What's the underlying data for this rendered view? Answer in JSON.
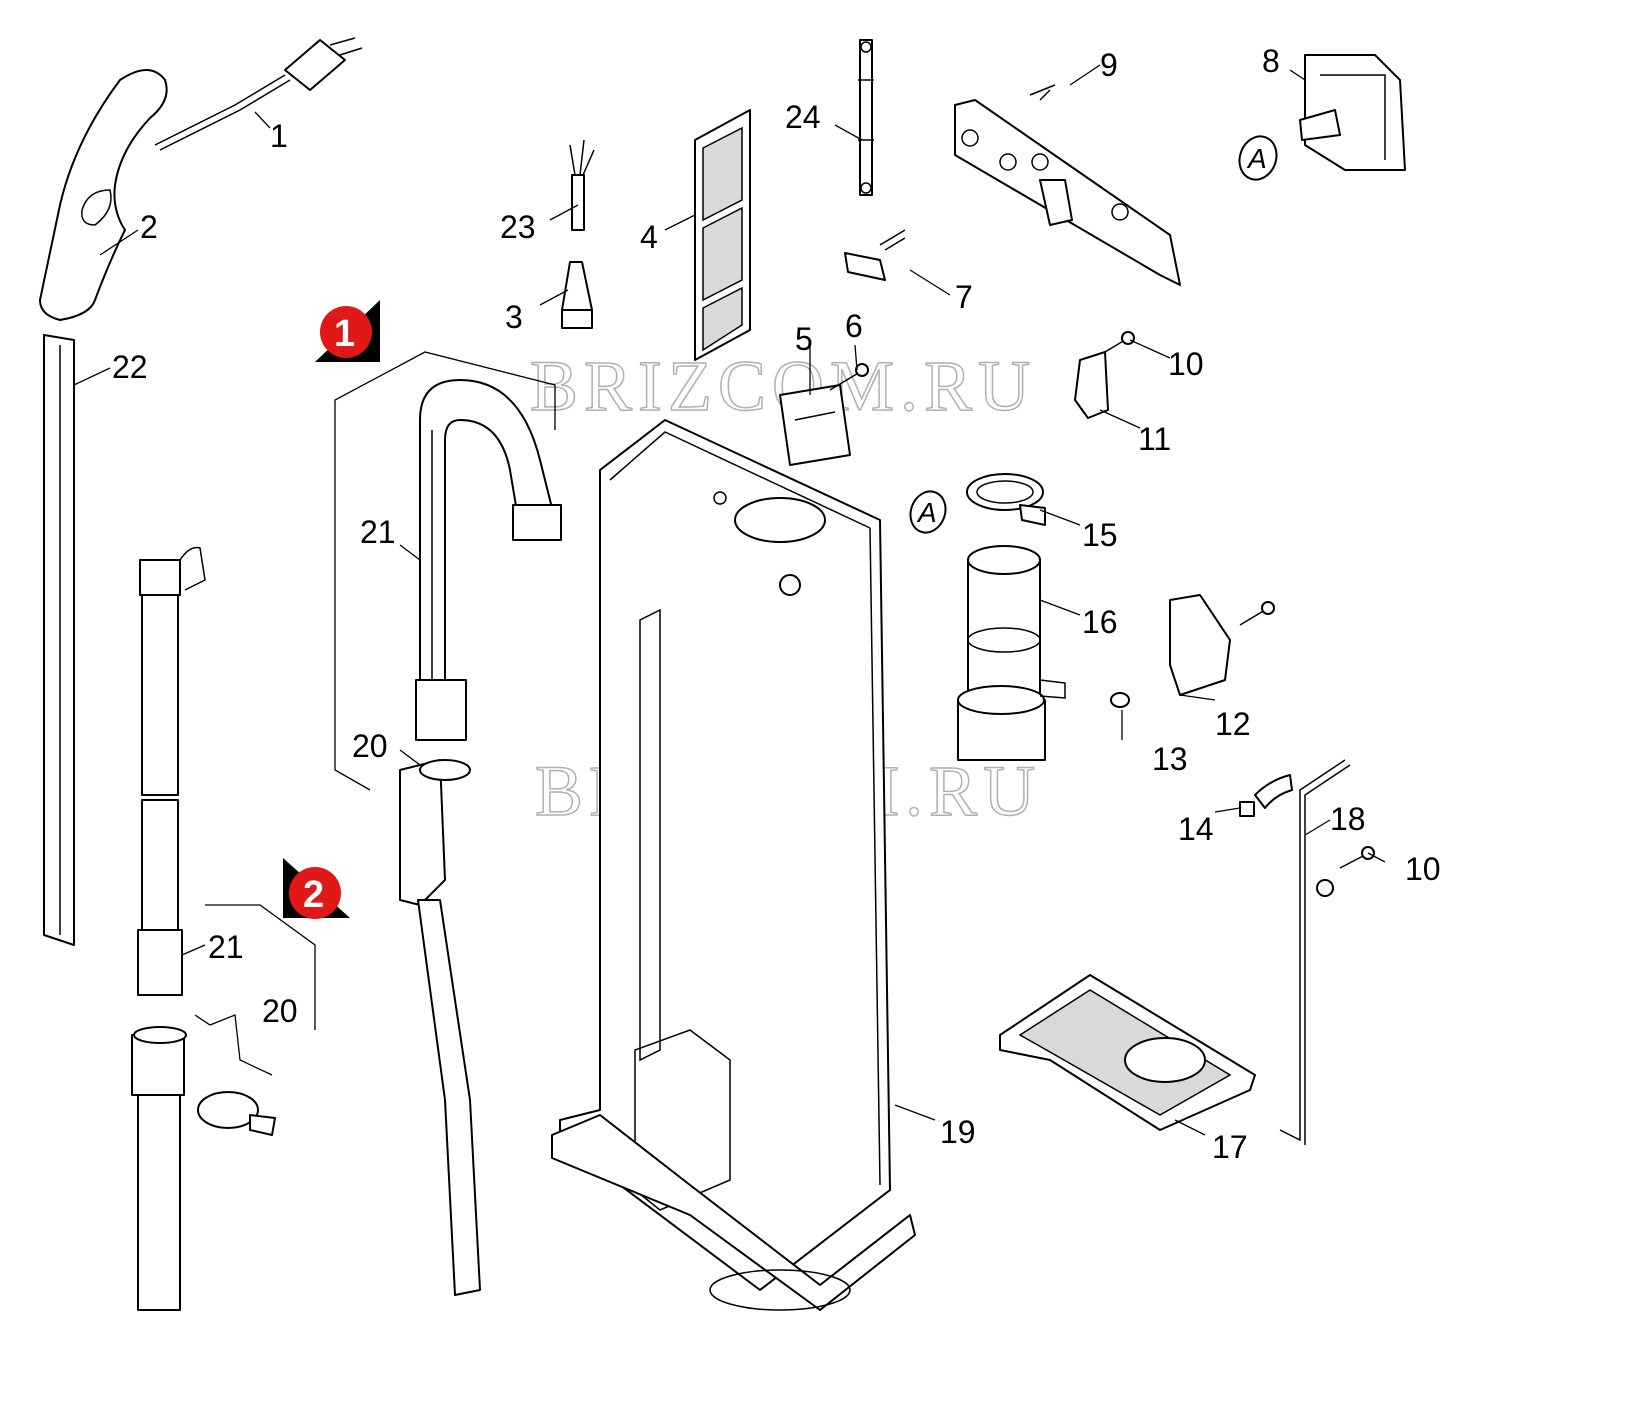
{
  "watermarks": [
    "BRIZCOM.RU",
    "BRIZCOM.RU"
  ],
  "badges": [
    "1",
    "2"
  ],
  "connector_marks": [
    "A",
    "A"
  ],
  "part_labels": {
    "p1": "1",
    "p2": "2",
    "p3": "3",
    "p4": "4",
    "p5": "5",
    "p6": "6",
    "p7": "7",
    "p8": "8",
    "p9": "9",
    "p10a": "10",
    "p10b": "10",
    "p11": "11",
    "p12": "12",
    "p13": "13",
    "p14": "14",
    "p15": "15",
    "p16": "16",
    "p17": "17",
    "p18": "18",
    "p19": "19",
    "p20a": "20",
    "p20b": "20",
    "p21a": "21",
    "p21b": "21",
    "p22": "22",
    "p23": "23",
    "p24": "24"
  },
  "colors": {
    "badge_red": "#e01818",
    "badge_shadow": "#000000",
    "line": "#000000"
  }
}
